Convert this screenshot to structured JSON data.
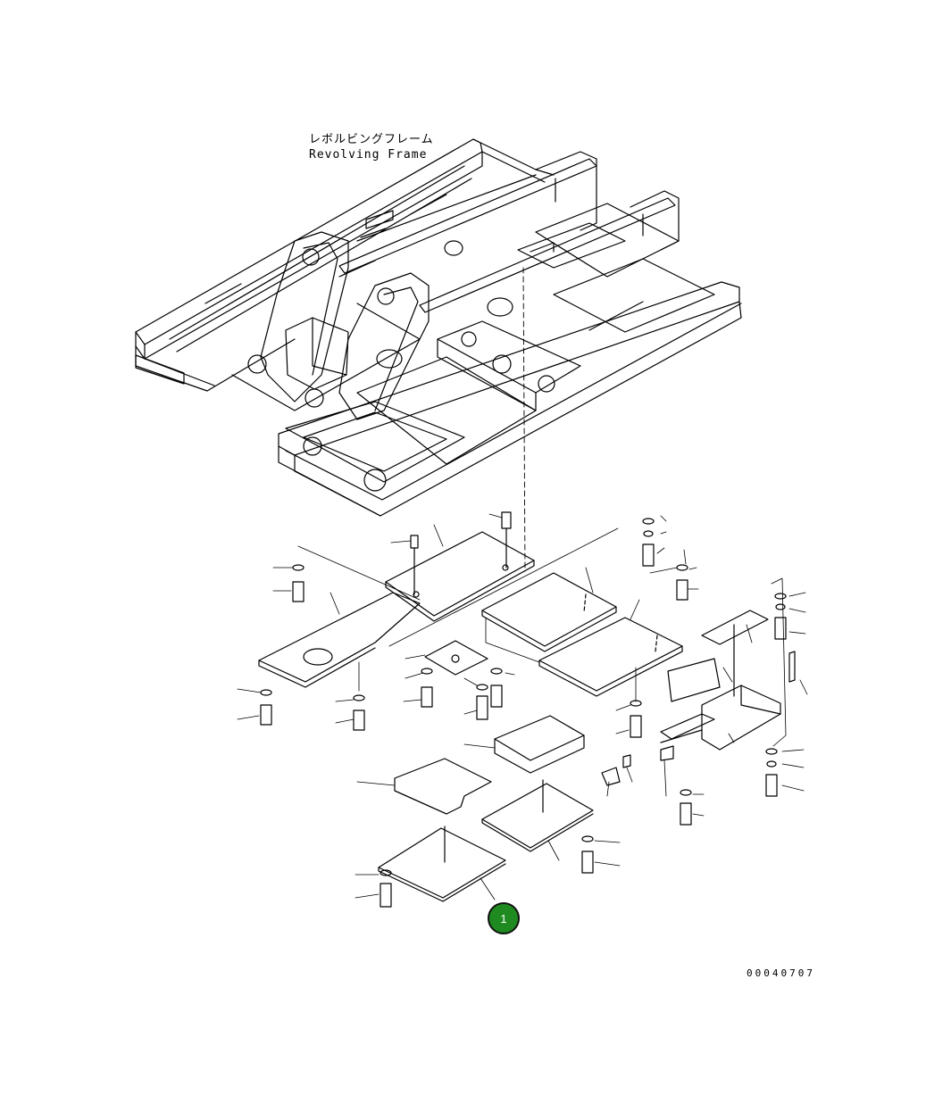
{
  "frame_label": {
    "japanese": "レボルビングフレーム",
    "english": "Revolving Frame"
  },
  "drawing_code": "00040707",
  "callout": {
    "number": "1",
    "color": "#1f8a1f"
  }
}
